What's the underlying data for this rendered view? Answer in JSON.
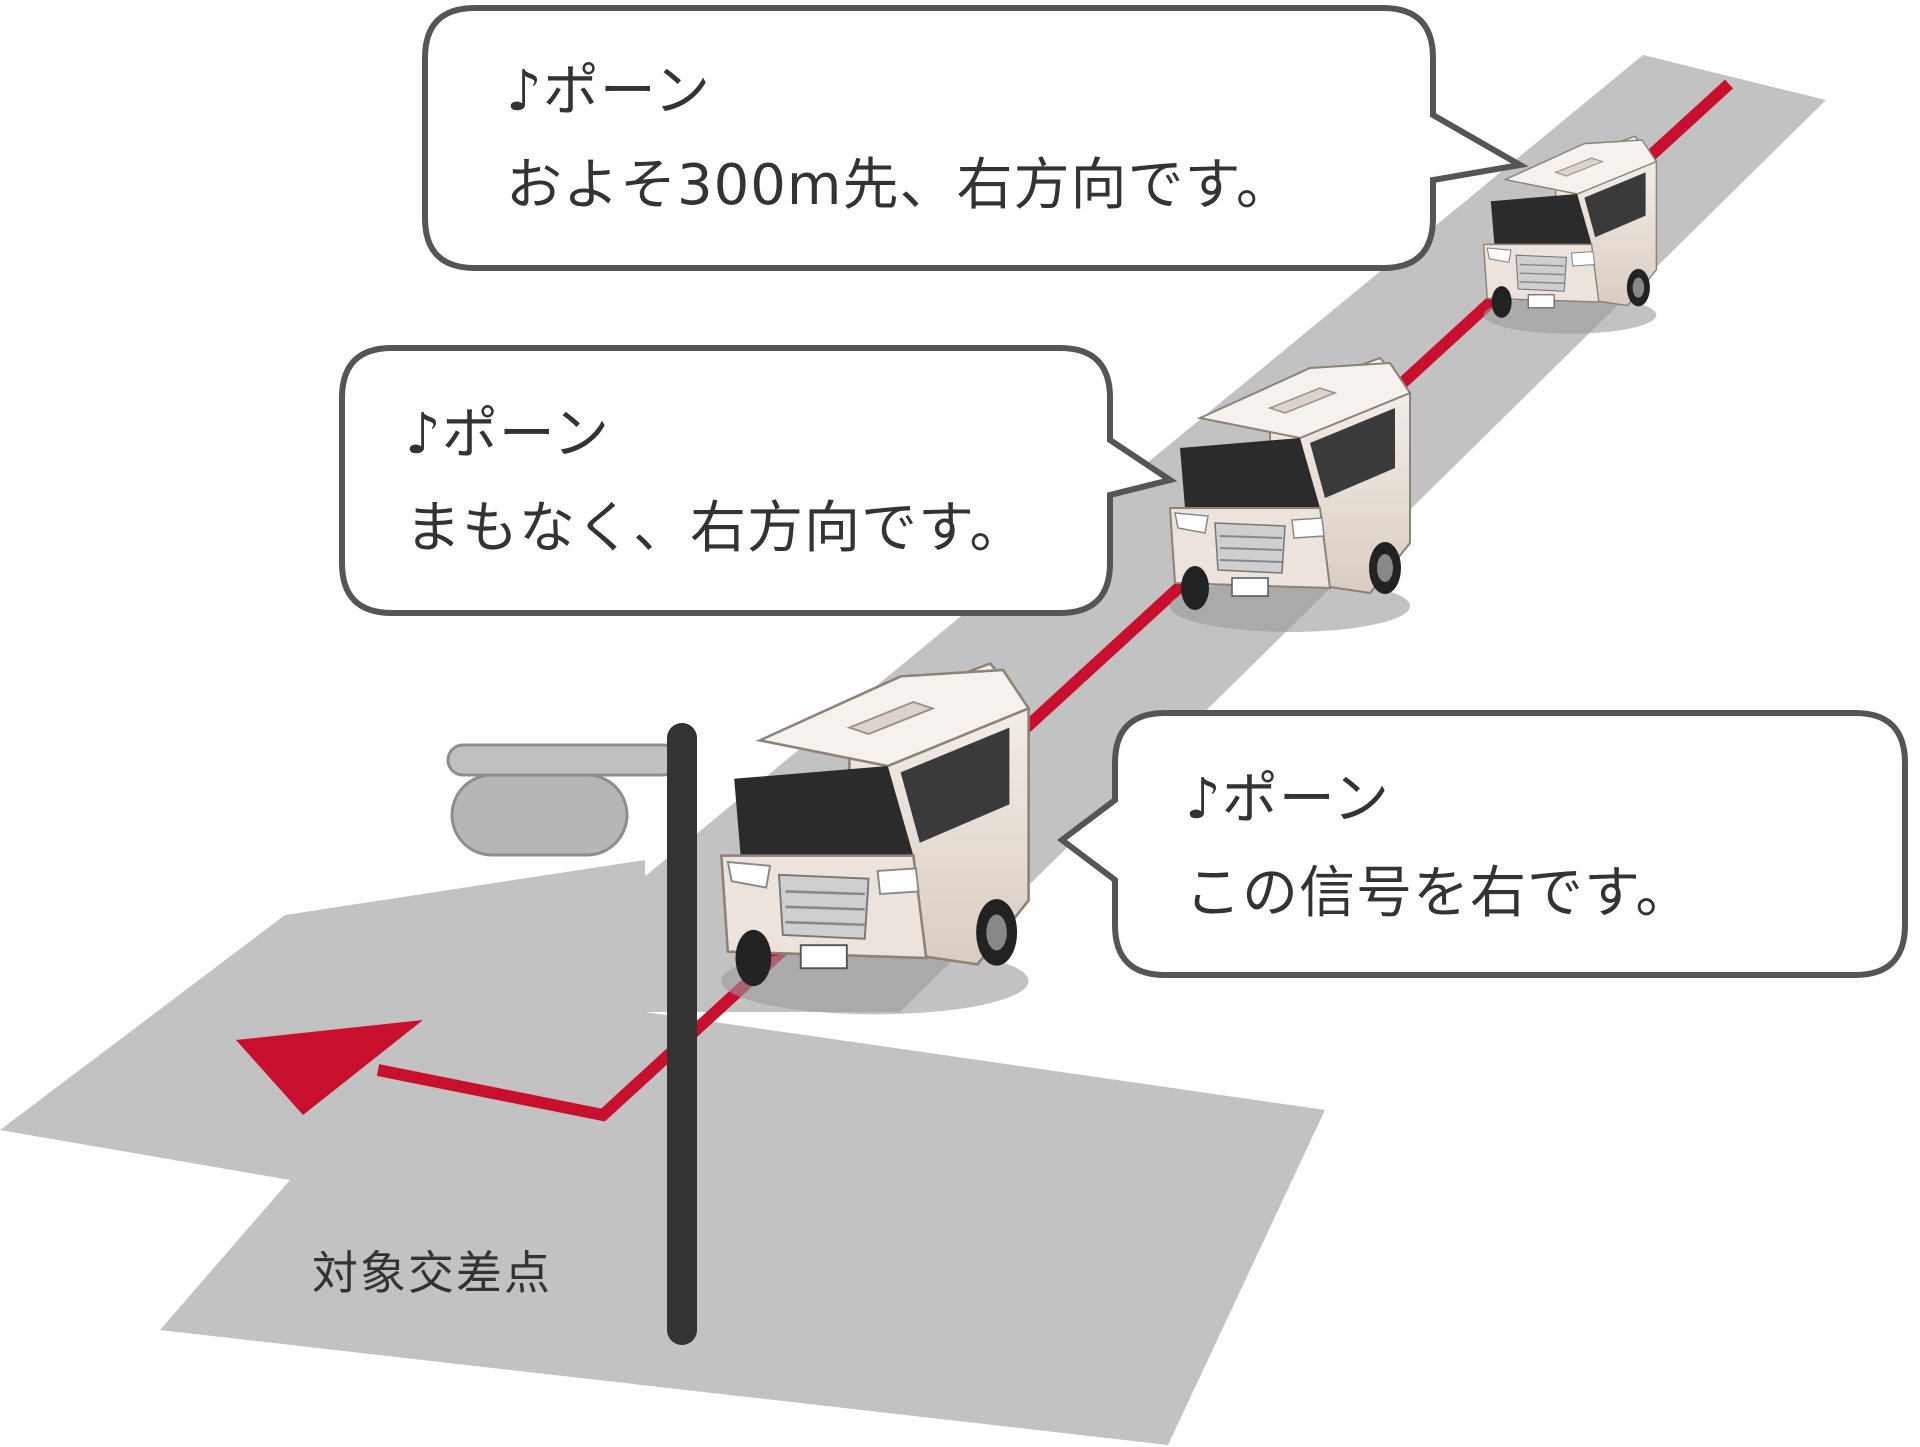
{
  "bubbles": [
    {
      "line1": "♪ポーン",
      "line2": "およそ300m先、右方向です。"
    },
    {
      "line1": "♪ポーン",
      "line2": "まもなく、右方向です。"
    },
    {
      "line1": "♪ポーン",
      "line2": "この信号を右です。"
    }
  ],
  "intersection_label": "対象交差点",
  "colors": {
    "road": "#c2c2c2",
    "route": "#c8102e",
    "bubble_border": "#555555",
    "pole": "#333333",
    "car_body": "#e7ddd4"
  }
}
